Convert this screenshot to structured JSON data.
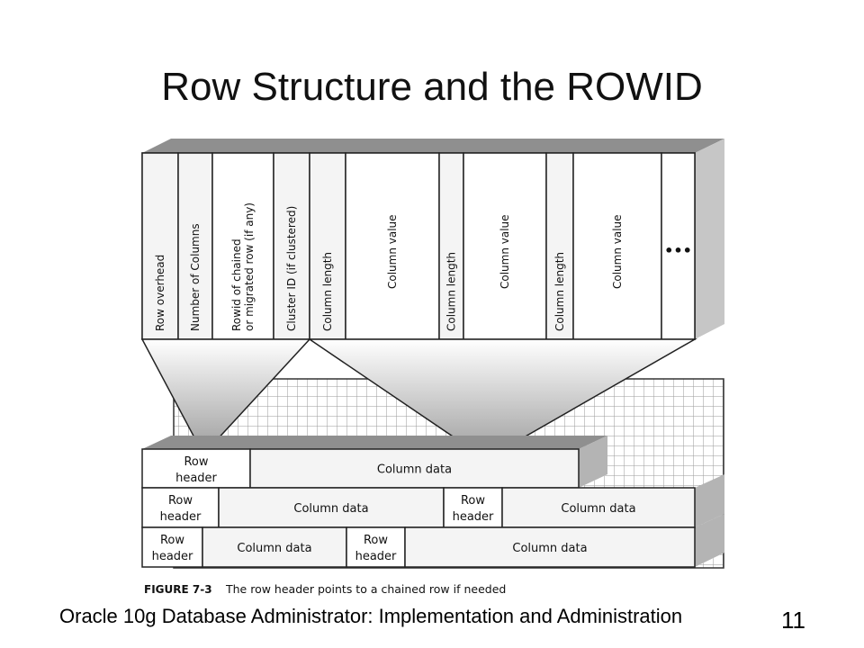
{
  "slide": {
    "title": "Row Structure and the ROWID",
    "footer": "Oracle 10g Database Administrator: Implementation and Administration",
    "page_number": "11"
  },
  "figure": {
    "caption_label": "FIGURE 7-3",
    "caption_text": "The row header points to a chained row if needed",
    "row_fields": [
      "Row overhead",
      "Number of Columns",
      "Rowid of chained|or migrated row (if any)",
      "Cluster ID (if clustered)",
      "Column length",
      "Column value",
      "Column length",
      "Column value",
      "Column length",
      "Column value",
      "•••"
    ],
    "blocks": [
      [
        "Row header",
        "Column data"
      ],
      [
        "Row header",
        "Column data",
        "Row header",
        "Column data"
      ],
      [
        "Row header",
        "Column data",
        "Row header",
        "Column data"
      ]
    ]
  }
}
